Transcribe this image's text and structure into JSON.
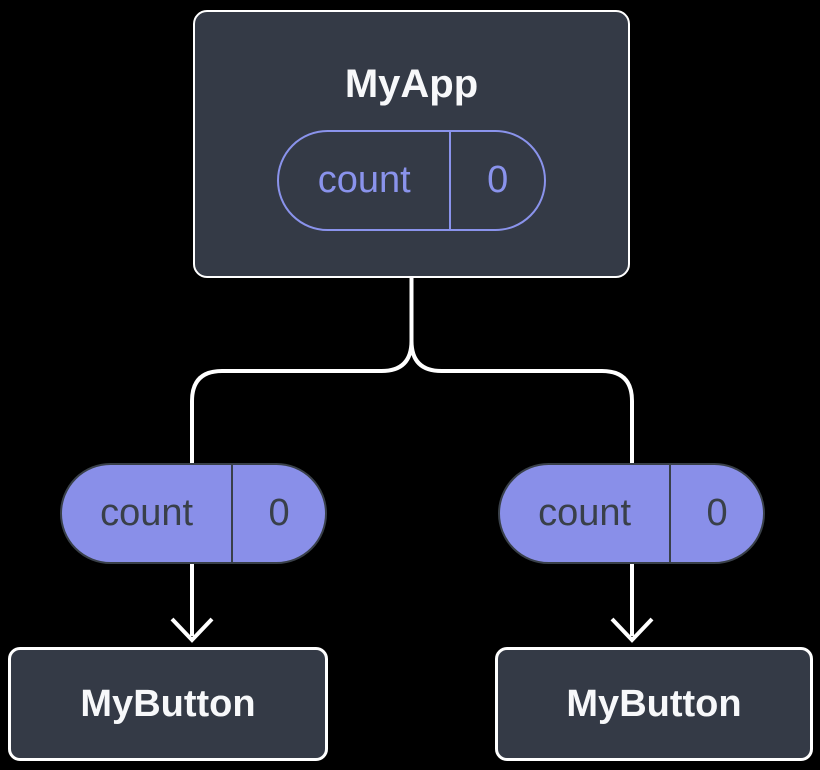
{
  "colors": {
    "background": "#000000",
    "node_fill": "#343a46",
    "node_border": "#ffffff",
    "node_text": "#f7f8fa",
    "state_outline": "#8a93ec",
    "state_fill": "#898fe9",
    "state_dark": "#394049",
    "connector": "#ffffff"
  },
  "tree": {
    "root": {
      "label": "MyApp",
      "state": {
        "name": "count",
        "value": "0"
      }
    },
    "props": [
      {
        "name": "count",
        "value": "0"
      },
      {
        "name": "count",
        "value": "0"
      }
    ],
    "children": [
      {
        "label": "MyButton"
      },
      {
        "label": "MyButton"
      }
    ]
  }
}
